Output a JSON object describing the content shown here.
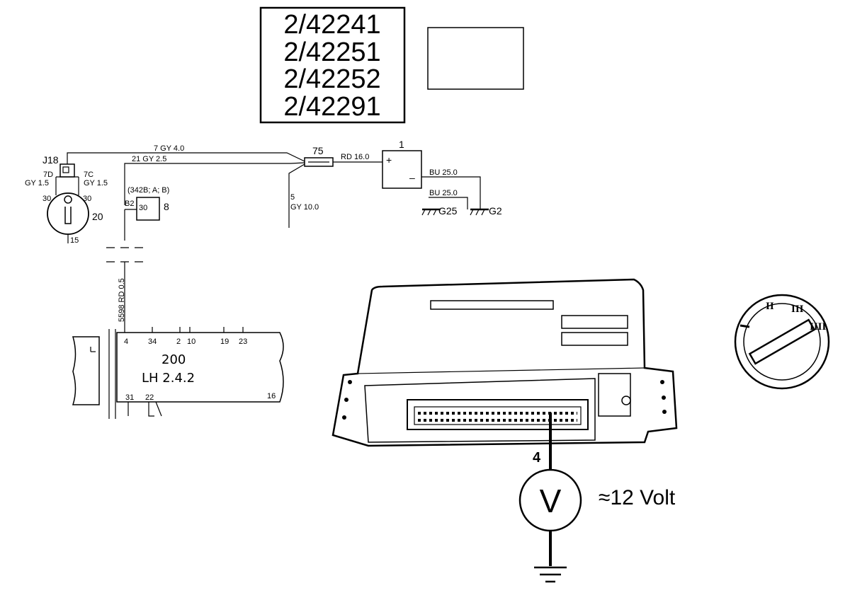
{
  "part_numbers": [
    "2/42241",
    "2/42251",
    "2/42252",
    "2/42291"
  ],
  "components": {
    "j18": "J18",
    "fuse": "75",
    "battery": "1",
    "battery_plus": "+",
    "battery_minus": "–",
    "ignition_switch": "20",
    "relay_ref": "(342B; A; B)",
    "relay": "8",
    "relay_pin_b2": "B2",
    "relay_pin_30": "30",
    "ground_g25": "G25",
    "ground_g2": "G2",
    "ecu_number": "200",
    "ecu_name": "LH  2.4.2"
  },
  "wires": {
    "w7": "7 GY 4.0",
    "w21": "21 GY 2.5",
    "w5": "5",
    "w5_spec": "GY 10.0",
    "rd": "RD 16.0",
    "bu1": "BU 25.0",
    "bu2": "BU 25.0",
    "j18_7d": "7D",
    "j18_7c": "7C",
    "gy15_left": "GY 1.5",
    "gy15_right": "GY 1.5",
    "pin30_left": "30",
    "pin30_right": "30",
    "pin15": "15",
    "vertical": "5598 RD 0.5"
  },
  "ecu_pins_top": [
    "4",
    "34",
    "2",
    "10",
    "19",
    "23"
  ],
  "ecu_pins_bottom": [
    "31",
    "22",
    "16"
  ],
  "measurement": {
    "pin": "4",
    "meter": "V",
    "reading": "≈12 Volt"
  },
  "key_positions": [
    "II",
    "III",
    "IIII"
  ]
}
